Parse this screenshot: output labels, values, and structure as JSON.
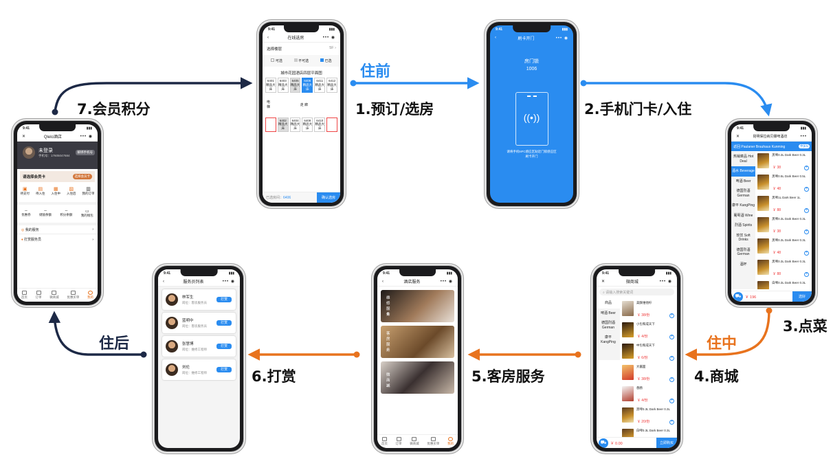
{
  "phases": {
    "pre": "住前",
    "during": "住中",
    "post": "住后"
  },
  "colors": {
    "pre": "#2a8cf0",
    "during": "#e8731e",
    "post": "#1d2946"
  },
  "steps": {
    "s1": "1.预订/选房",
    "s2": "2.手机门卡/入住",
    "s3": "3.点菜",
    "s4": "4.商城",
    "s5": "5.客房服务",
    "s6": "6.打赏",
    "s7": "7.会员积分"
  },
  "phone_member": {
    "time": "9:41",
    "title": "Qlelo酒店",
    "user": "未登录",
    "phone": "手机号：17605047684",
    "bind_btn": "解绑手机号",
    "card_prompt": "请选择会员卡",
    "card_btn": "选择会员卡",
    "order_icons": [
      "待支付",
      "待入住",
      "入住中",
      "入住后",
      "我的订单"
    ],
    "stats": [
      {
        "value": "--",
        "label": "优惠券"
      },
      {
        "value": "--",
        "label": "储值余额"
      },
      {
        "value": "--",
        "label": "积分余额"
      },
      {
        "value": "",
        "label": "我的钱包"
      }
    ],
    "rows": [
      "我的服务",
      "打赏服务员"
    ],
    "tabs": [
      "首页",
      "订单",
      "微商城",
      "优惠买单",
      "我的"
    ]
  },
  "phone_room": {
    "time": "9:41",
    "title": "在线选房",
    "floor_label": "选择楼层",
    "floor_value": "5F",
    "legend": [
      "可选",
      "不可选",
      "已选"
    ],
    "plan_title": "城市花园酒店四层平面图",
    "rooms_top": [
      "6401",
      "6403",
      "6405",
      "6406",
      "6411",
      "6412"
    ],
    "elevator": "电梯",
    "corridor": "走  廊",
    "rooms_bottom": [
      "6402",
      "6404",
      "6408",
      "6410"
    ],
    "room_note": "精品大床",
    "selected_label": "已选房间：",
    "selected_value": "6406",
    "confirm_btn": "确认选房"
  },
  "phone_door": {
    "time": "9:41",
    "title": "刷卡开门",
    "lock_label": "房门锁",
    "room_number": "1006",
    "hint_line1": "请将手机NFC感应区贴近门锁感应区",
    "hint_line2": "刷卡开门"
  },
  "phone_menu": {
    "time": "9:41",
    "title": "昆明保拉纳贝娜啤酒坊",
    "back": "返回",
    "shop_name": "Paulaner Brauhaus Kunming",
    "lang": [
      "中",
      "EN"
    ],
    "categories": [
      "热销菜品 Hot Deal",
      "酒水 Beverage",
      "啤酒 Beer",
      "德国烈酒 German",
      "康平 KangPing",
      "葡萄酒 Wine",
      "烈酒 Spirits",
      "软饮 Soft Drinks",
      "德国烈酒 German",
      "酒杯"
    ],
    "items": [
      {
        "name": "黑啤0.3L Dark Beer 0.3L",
        "price": "￥ 38"
      },
      {
        "name": "黑啤0.5L Dark Beer 0.5L",
        "price": "￥ 48"
      },
      {
        "name": "黑啤1L Dark Beer 1L",
        "price": "￥ 88"
      },
      {
        "name": "黑啤0.3L Dark Beer 0.3L",
        "price": "￥ 38"
      },
      {
        "name": "黑啤0.3L Dark Beer 0.3L",
        "price": "￥ 48"
      },
      {
        "name": "黑啤0.3L Dark Beer 0.3L",
        "price": "￥ 88"
      },
      {
        "name": "白啤0.3L Dark Beer 0.3L",
        "price": ""
      }
    ],
    "total": "￥ 196",
    "checkout": "选好"
  },
  "phone_mall": {
    "time": "9:41",
    "title": "微商城",
    "search_placeholder": "请输入搜索关键词",
    "categories": [
      "商品",
      "啤酒 Beer",
      "德国烈酒 German",
      "康平 KangPing"
    ],
    "items": [
      {
        "name": "美酥维他柠",
        "price": "￥ 38/份"
      },
      {
        "name": "小包和成天下",
        "price": "￥ 4/份"
      },
      {
        "name": "中包和成天下",
        "price": "￥ 6/份"
      },
      {
        "name": "大酱面",
        "price": "￥ 38/份"
      },
      {
        "name": "香肠",
        "price": "￥ 4/份"
      },
      {
        "name": "黑啤0.3L Dark Beer 0.3L",
        "price": "￥ 20/份"
      },
      {
        "name": "白啤0.3L Dark Beer 0.3L",
        "price": ""
      }
    ],
    "total": "￥ 0.00",
    "checkout": "立即购买"
  },
  "phone_service": {
    "time": "9:41",
    "title": "酒店服务",
    "cards": [
      "维修服务",
      "客房服务",
      "微商城"
    ],
    "tabs": [
      "首页",
      "订单",
      "微商城",
      "优惠买单",
      "我的"
    ]
  },
  "phone_staff": {
    "time": "9:41",
    "title": "服务员列表",
    "staff": [
      {
        "name": "林军生",
        "role": "岗位：客房服务员"
      },
      {
        "name": "蓝明中",
        "role": "岗位：客房服务员"
      },
      {
        "name": "张慧博",
        "role": "岗位：维修工程师"
      },
      {
        "name": "刘伦",
        "role": "岗位：维修工程师"
      }
    ],
    "tip_btn": "打赏"
  }
}
